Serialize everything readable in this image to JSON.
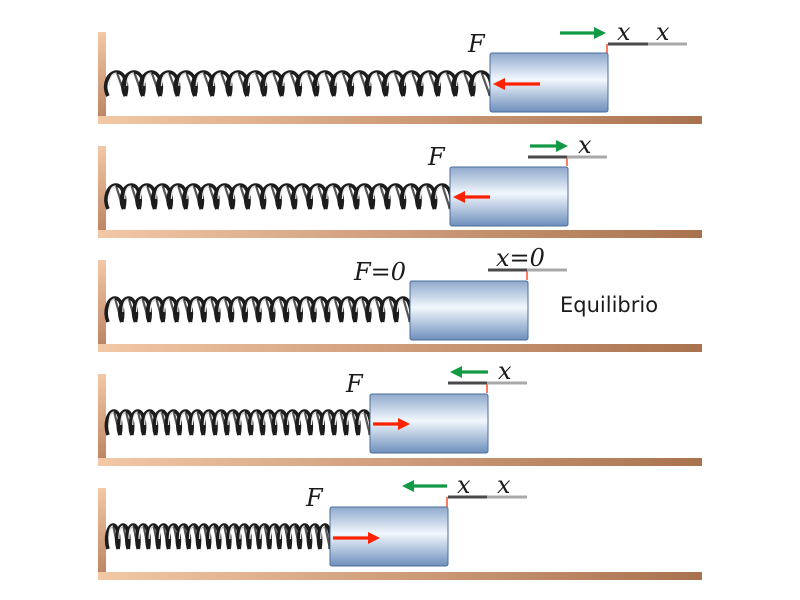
{
  "colors": {
    "wood_light": "#f3c8a6",
    "wood_dark": "#a9724f",
    "block_light": "#f2f7fd",
    "block_mid": "#a9c2e2",
    "block_dark": "#6e8fbc",
    "block_edge": "#4a6d9b",
    "spring_dark": "#1c1c1c",
    "spring_light": "#c9c9c9",
    "force_arrow": "#ff2200",
    "disp_arrow": "#119944",
    "axis_dark": "#4a4a4a",
    "axis_light": "#a8a8a8",
    "eq_mark": "#ff2200"
  },
  "panels": [
    {
      "name": "panel-1",
      "force_label": "F",
      "disp_labels": [
        "x",
        "x"
      ],
      "force_dir": "left",
      "disp_dir": "right",
      "extra": ""
    },
    {
      "name": "panel-2",
      "force_label": "F",
      "disp_labels": [
        "x"
      ],
      "force_dir": "left",
      "disp_dir": "right",
      "extra": ""
    },
    {
      "name": "panel-3",
      "force_label": "F=0",
      "disp_labels": [
        "x=0"
      ],
      "force_dir": "none",
      "disp_dir": "none",
      "extra": "Equilibrio"
    },
    {
      "name": "panel-4",
      "force_label": "F",
      "disp_labels": [
        "x"
      ],
      "force_dir": "right",
      "disp_dir": "left",
      "extra": ""
    },
    {
      "name": "panel-5",
      "force_label": "F",
      "disp_labels": [
        "x",
        "x"
      ],
      "force_dir": "right",
      "disp_dir": "left",
      "extra": ""
    }
  ]
}
